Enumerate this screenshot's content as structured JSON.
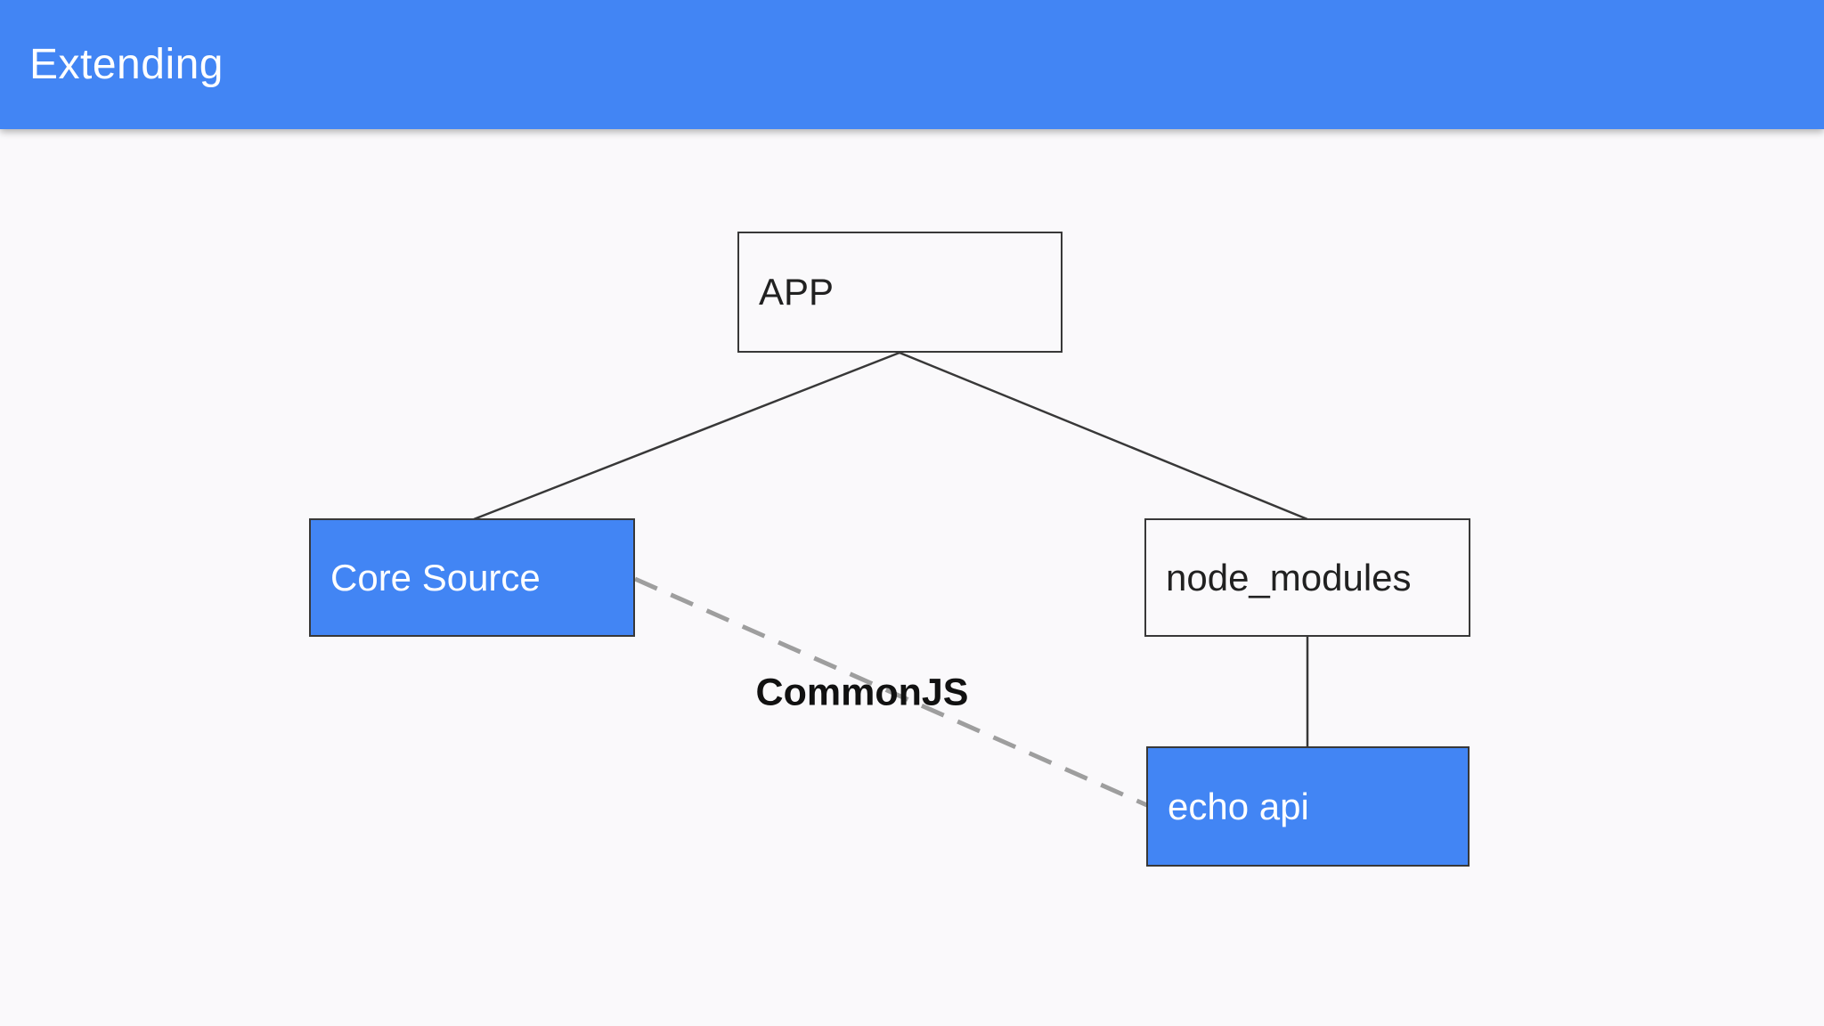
{
  "header": {
    "title": "Extending"
  },
  "diagram": {
    "nodes": [
      {
        "id": "app",
        "label": "APP",
        "variant": "outline"
      },
      {
        "id": "core-source",
        "label": "Core Source",
        "variant": "primary"
      },
      {
        "id": "node_modules",
        "label": "node_modules",
        "variant": "outline"
      },
      {
        "id": "echo-api",
        "label": "echo api",
        "variant": "primary"
      }
    ],
    "edges": [
      {
        "from": "app",
        "to": "core-source",
        "style": "solid"
      },
      {
        "from": "app",
        "to": "node_modules",
        "style": "solid"
      },
      {
        "from": "node_modules",
        "to": "echo-api",
        "style": "solid"
      },
      {
        "from": "core-source",
        "to": "echo-api",
        "style": "dashed",
        "label": "CommonJS"
      }
    ]
  },
  "colors": {
    "accent": "#4285F4",
    "bg": "#FAF9FB",
    "stroke": "#383838",
    "dashed": "#9E9E9E",
    "text_dark": "#212121",
    "text_light": "#FFFFFF"
  }
}
